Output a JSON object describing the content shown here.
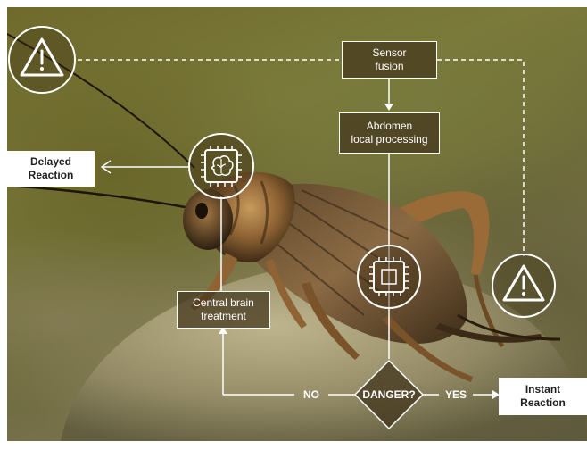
{
  "diagram": {
    "nodes": {
      "sensor_fusion": "Sensor\nfusion",
      "abdomen_processing": "Abdomen\nlocal processing",
      "central_brain": "Central brain\ntreatment",
      "danger_decision": "DANGER?",
      "delayed_reaction": "Delayed\nReaction",
      "instant_reaction": "Instant\nReaction"
    },
    "edge_labels": {
      "no": "NO",
      "yes": "YES"
    },
    "icons": {
      "warning_left": "warning-triangle-icon",
      "warning_right": "warning-triangle-icon",
      "brain_chip": "brain-chip-icon",
      "processor_chip": "processor-chip-icon"
    },
    "colors": {
      "line": "#ffffff",
      "box_fill": "#42341c",
      "background_photo": "#6f6a2c"
    },
    "image": "cricket-photo"
  }
}
